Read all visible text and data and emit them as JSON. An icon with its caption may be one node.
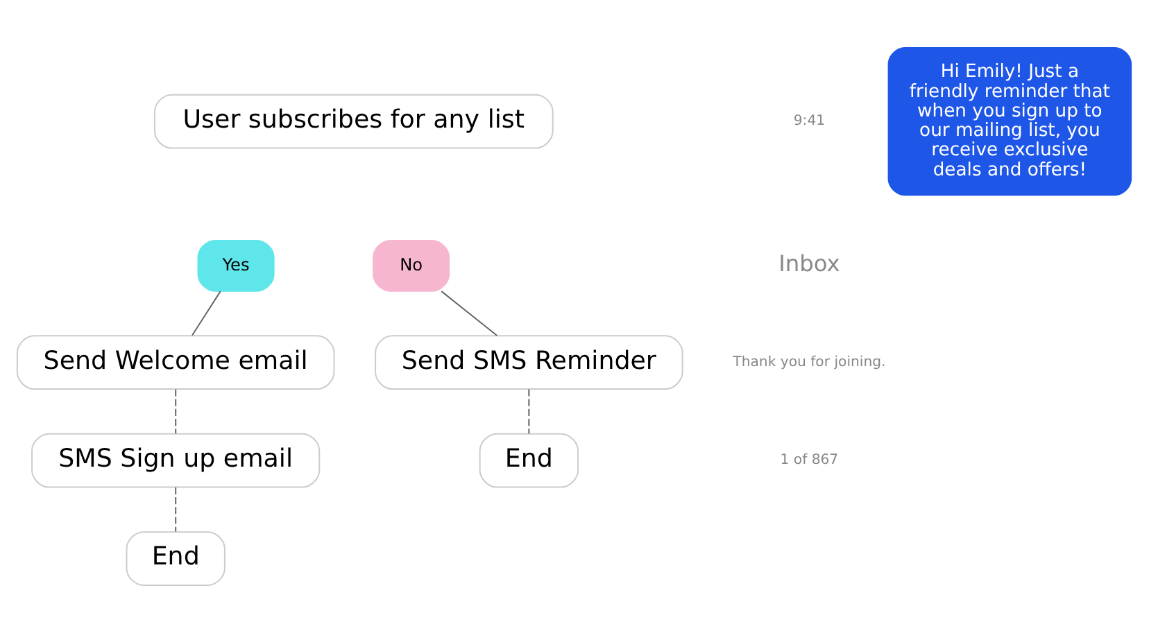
{
  "diagram": {
    "nodes": [
      {
        "text": [
          "User subscribes for any list"
        ]
      },
      {
        "text": [
          "Yes"
        ]
      },
      {
        "text": [
          "No"
        ]
      },
      {
        "text": [
          "Send Welcome email"
        ]
      },
      {
        "text": [
          "Send SMS Reminder"
        ]
      },
      {
        "text": [
          "SMS Sign up email"
        ]
      },
      {
        "text": [
          "End"
        ]
      },
      {
        "text": [
          "End"
        ]
      }
    ],
    "edges": [
      {
        "from": 1,
        "to": 3,
        "arrow": "none"
      },
      {
        "from": 2,
        "to": 4,
        "arrow": "none"
      },
      {
        "from": 3,
        "to": 5,
        "arrow": "none",
        "style": "dashed"
      },
      {
        "from": 5,
        "to": 6,
        "arrow": "none",
        "style": "dashed"
      },
      {
        "from": 4,
        "to": 7,
        "arrow": "none",
        "style": "dashed"
      }
    ],
    "labels": [
      "9:41",
      "Inbox",
      "Thank you for joining.",
      "1 of 867",
      "Hi Emily! Just a friendly reminder that when you sign up to our mailing list, you receive exclusive deals and offers!"
    ]
  }
}
